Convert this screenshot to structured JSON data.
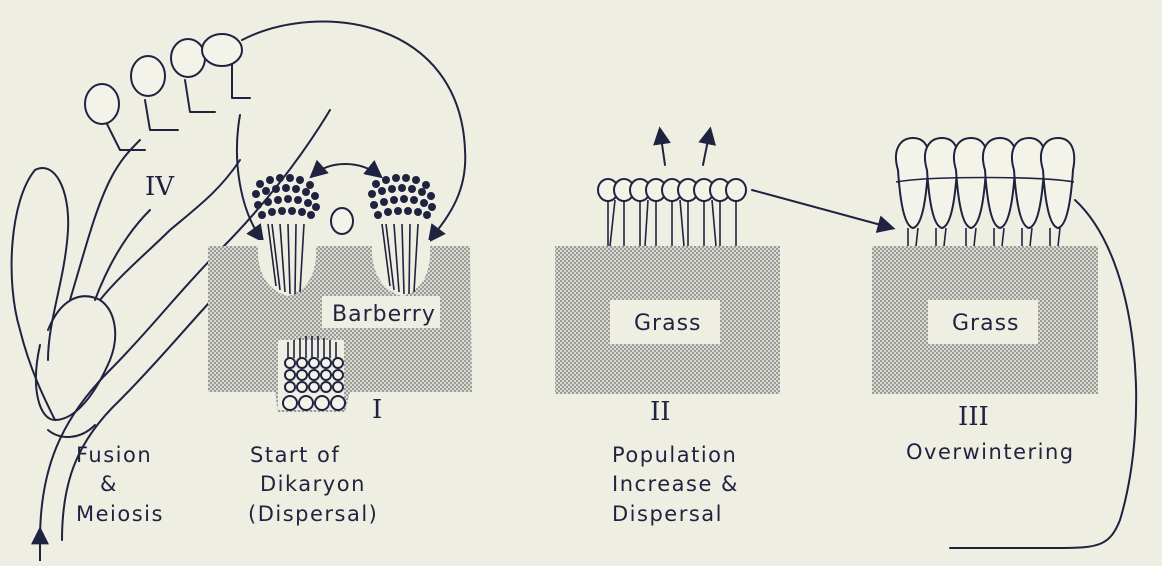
{
  "hosts": {
    "barberry": "Barberry",
    "grass_stage_2": "Grass",
    "grass_stage_3": "Grass"
  },
  "stages": {
    "I": {
      "numeral": "I",
      "caption": [
        "Start of",
        "Dikaryon",
        "(Dispersal)"
      ]
    },
    "II": {
      "numeral": "II",
      "caption": [
        "Population",
        "Increase &",
        "Dispersal"
      ]
    },
    "III": {
      "numeral": "III",
      "caption": [
        "Overwintering"
      ]
    },
    "IV": {
      "numeral": "IV"
    }
  },
  "fusion": {
    "caption": [
      "Fusion",
      "&",
      "Meiosis"
    ]
  },
  "colors": {
    "ink": "#1f2340",
    "paper": "#efeee3",
    "tissue": "#8a8a8a"
  }
}
